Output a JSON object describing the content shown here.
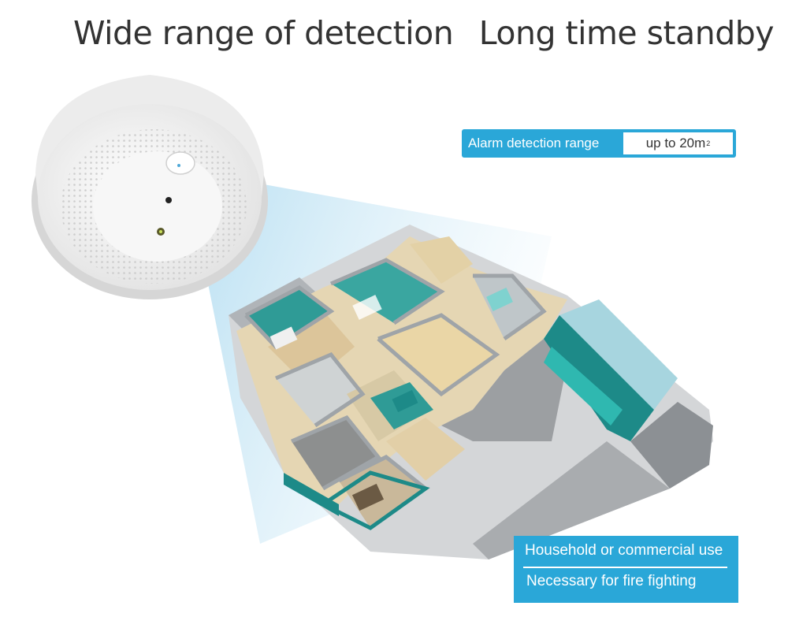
{
  "headline": {
    "part1": "Wide range of detection",
    "part2": "Long time standby"
  },
  "range_badge": {
    "label": "Alarm detection range",
    "value": "up to 20m",
    "unit_sup": "2"
  },
  "use_box": {
    "line1": "Household or commercial use",
    "line2": "Necessary for fire fighting"
  },
  "colors": {
    "accent": "#2aa7d8",
    "teal_wall": "#1d8a88",
    "floor_beige": "#e6d2a8",
    "wall_grey": "#b9bcbf",
    "detector_white": "#f3f3f3"
  },
  "icons": [
    "smoke-detector-icon",
    "floor-plan-illustration"
  ]
}
